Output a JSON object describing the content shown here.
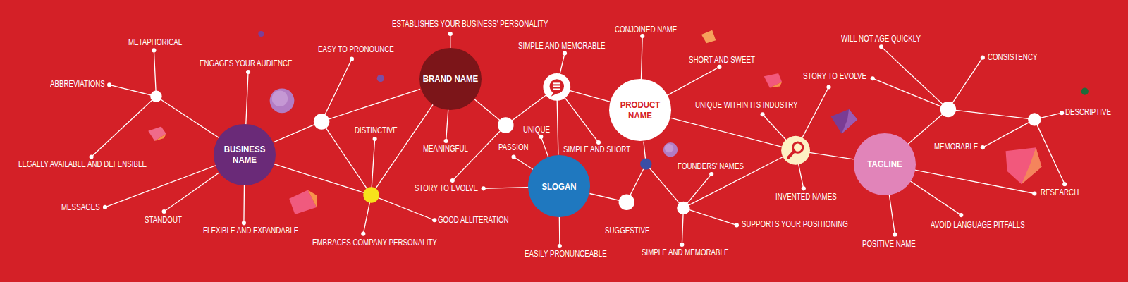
{
  "diagram": {
    "nodes": [
      {
        "text": [
          "BUSINESS NAME"
        ]
      },
      {
        "text": [
          "BRAND NAME"
        ]
      },
      {
        "text": [
          "SLOGAN"
        ]
      },
      {
        "text": [
          "PRODUCT NAME"
        ]
      },
      {
        "text": [
          "TAGLINE"
        ]
      }
    ],
    "edges": [
      {
        "from": 0,
        "to": 1,
        "arrow": "none"
      },
      {
        "from": 1,
        "to": 2,
        "arrow": "none"
      },
      {
        "from": 2,
        "to": 3,
        "arrow": "none"
      },
      {
        "from": 3,
        "to": 4,
        "arrow": "none"
      }
    ],
    "labels": [
      "METAPHORICAL",
      "ABBREVIATIONS",
      "ENGAGES YOUR AUDIENCE",
      "LEGALLY AVAILABLE AND DEFENSIBLE",
      "MESSAGES",
      "STANDOUT",
      "FLEXIBLE AND EXPANDABLE",
      "EASY TO PRONOUNCE",
      "ESTABLISHES YOUR BUSINESS' PERSONALITY",
      "DISTINCTIVE",
      "MEANINGFUL",
      "EMBRACES COMPANY PERSONALITY",
      "GOOD ALLITERATION",
      "SIMPLE AND MEMORABLE",
      "UNIQUE",
      "PASSION",
      "STORY TO EVOLVE",
      "SIMPLE AND SHORT",
      "EASILY PRONUNCEABLE",
      "CONJOINED NAME",
      "SHORT AND SWEET",
      "UNIQUE WITHIN ITS INDUSTRY",
      "SUGGESTIVE",
      "FOUNDERS' NAMES",
      "SUPPORTS YOUR POSITIONING",
      "SIMPLE AND MEMORABLE",
      "INVENTED NAMES",
      "STORY TO EVOLVE",
      "WILL NOT AGE QUICKLY",
      "CONSISTENCY",
      "DESCRIPTIVE",
      "MEMORABLE",
      "RESEARCH",
      "POSITIVE NAME",
      "AVOID LANGUAGE PITFALLS"
    ]
  }
}
